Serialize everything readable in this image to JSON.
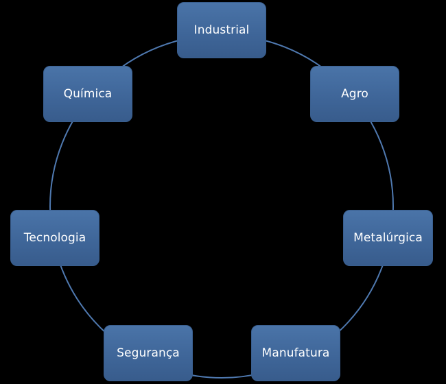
{
  "diagram": {
    "type": "cycle",
    "colors": {
      "background": "#000000",
      "node_fill": "#4170a3",
      "node_border": "#3a5f8f",
      "node_text": "#ffffff",
      "connector": "#4f79b0"
    },
    "nodes": [
      {
        "label": "Industrial"
      },
      {
        "label": "Agro"
      },
      {
        "label": "Metalúrgica"
      },
      {
        "label": "Manufatura"
      },
      {
        "label": "Segurança"
      },
      {
        "label": "Tecnologia"
      },
      {
        "label": "Química"
      }
    ]
  }
}
